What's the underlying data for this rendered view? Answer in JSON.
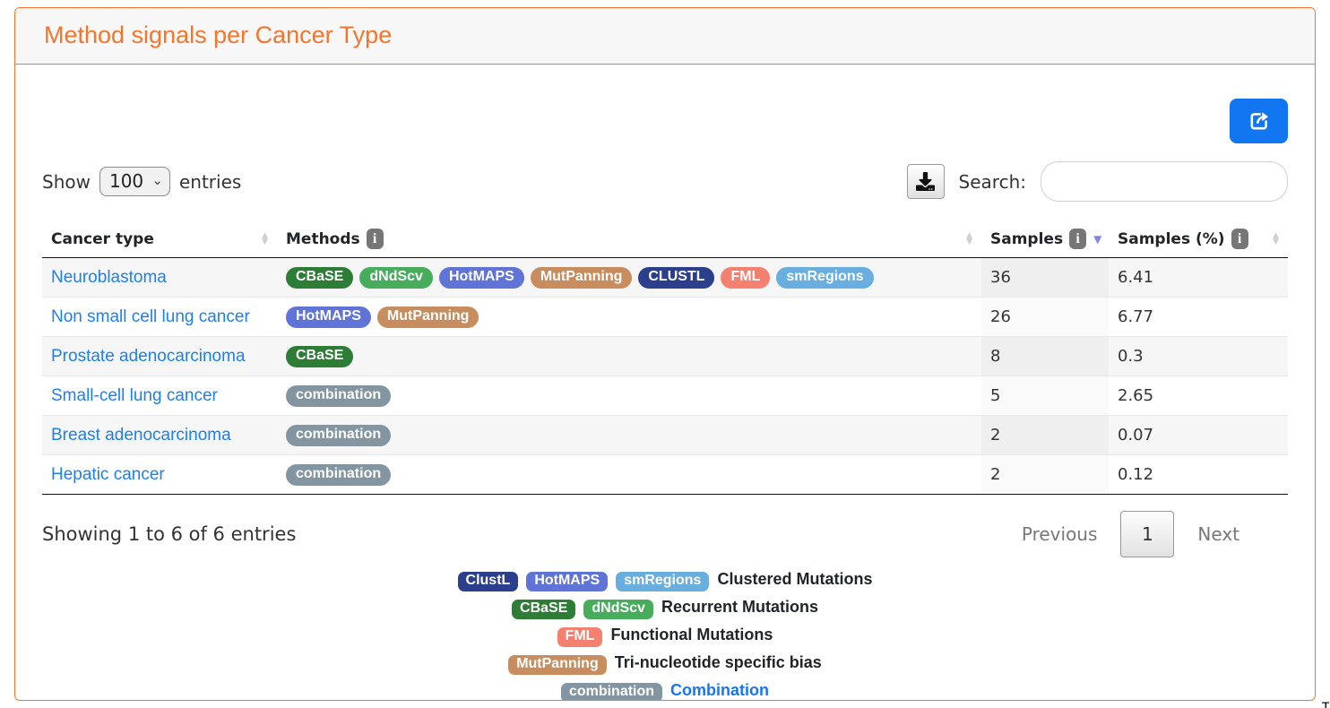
{
  "card": {
    "title": "Method signals per Cancer Type"
  },
  "colors": {
    "accent_orange": "#f4762d",
    "link_blue": "#1c80f0",
    "share_button_blue": "#1276f0",
    "sort_active_arrow": "#8288e0",
    "info_icon_gray": "#767676"
  },
  "icons": {
    "share": "share-from-square",
    "download": "download-tray-arrow",
    "info": "i",
    "select_chevron": "⌄",
    "sort_up": "▲",
    "sort_down": "▼"
  },
  "controls": {
    "show_label": "Show",
    "page_length": "100",
    "entries_label": "entries",
    "search_label": "Search:",
    "search_value": ""
  },
  "table": {
    "columns": [
      {
        "label": "Cancer type",
        "info": false,
        "sort": "none"
      },
      {
        "label": "Methods",
        "info": true,
        "sort": "none"
      },
      {
        "label": "Samples",
        "info": true,
        "sort": "desc"
      },
      {
        "label": "Samples (%)",
        "info": true,
        "sort": "none"
      }
    ],
    "rows": [
      {
        "cancer_type": "Neuroblastoma",
        "methods": [
          "CBaSE",
          "dNdScv",
          "HotMAPS",
          "MutPanning",
          "CLUSTL",
          "FML",
          "smRegions"
        ],
        "samples": "36",
        "samples_pct": "6.41"
      },
      {
        "cancer_type": "Non small cell lung cancer",
        "methods": [
          "HotMAPS",
          "MutPanning"
        ],
        "samples": "26",
        "samples_pct": "6.77"
      },
      {
        "cancer_type": "Prostate adenocarcinoma",
        "methods": [
          "CBaSE"
        ],
        "samples": "8",
        "samples_pct": "0.3"
      },
      {
        "cancer_type": "Small-cell lung cancer",
        "methods": [
          "combination"
        ],
        "samples": "5",
        "samples_pct": "2.65"
      },
      {
        "cancer_type": "Breast adenocarcinoma",
        "methods": [
          "combination"
        ],
        "samples": "2",
        "samples_pct": "0.07"
      },
      {
        "cancer_type": "Hepatic cancer",
        "methods": [
          "combination"
        ],
        "samples": "2",
        "samples_pct": "0.12"
      }
    ]
  },
  "badge_colors": {
    "CBaSE": "#2e7d36",
    "dNdScv": "#47ad5d",
    "HotMAPS": "#5f74d6",
    "MutPanning": "#c78d5e",
    "CLUSTL": "#2b3f8c",
    "ClustL": "#2b3f8c",
    "FML": "#f48170",
    "smRegions": "#68aede",
    "combination": "#8295a1"
  },
  "footer": {
    "info": "Showing 1 to 6 of 6 entries",
    "previous": "Previous",
    "page": "1",
    "next": "Next"
  },
  "legend": [
    {
      "badges": [
        "ClustL",
        "HotMAPS",
        "smRegions"
      ],
      "label": "Clustered Mutations",
      "label_color": "#212529"
    },
    {
      "badges": [
        "CBaSE",
        "dNdScv"
      ],
      "label": "Recurrent Mutations",
      "label_color": "#212529"
    },
    {
      "badges": [
        "FML"
      ],
      "label": "Functional Mutations",
      "label_color": "#212529"
    },
    {
      "badges": [
        "MutPanning"
      ],
      "label": "Tri-nucleotide specific bias",
      "label_color": "#212529"
    },
    {
      "badges": [
        "combination"
      ],
      "label": "Combination",
      "label_color": "#1776f2"
    }
  ],
  "artifact": {
    "clipped_glyph": "T"
  }
}
